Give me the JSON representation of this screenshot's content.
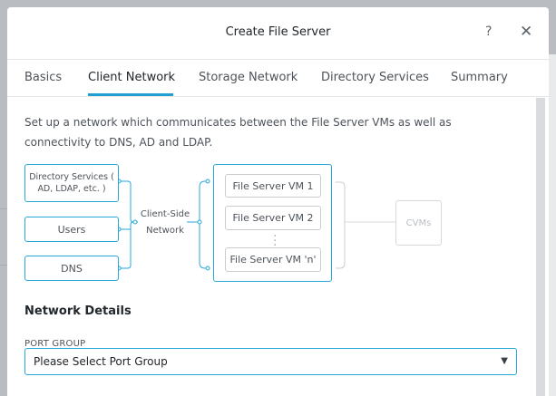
{
  "modal": {
    "title": "Create File Server",
    "help_glyph": "?",
    "close_glyph": "✕"
  },
  "tabs": [
    {
      "label": "Basics",
      "active": false
    },
    {
      "label": "Client Network",
      "active": true
    },
    {
      "label": "Storage Network",
      "active": false
    },
    {
      "label": "Directory Services",
      "active": false
    },
    {
      "label": "Summary",
      "active": false
    }
  ],
  "description": "Set up a network which communicates between the File Server VMs as well as connectivity to DNS, AD and LDAP.",
  "diagram": {
    "sources": [
      {
        "label": "Directory Services ( AD, LDAP, etc. )"
      },
      {
        "label": "Users"
      },
      {
        "label": "DNS"
      }
    ],
    "client_side_label": "Client-Side",
    "network_label": "Network",
    "vms": [
      "File Server VM 1",
      "File Server VM 2",
      "File Server VM 'n'"
    ],
    "cvms_label": "CVMs",
    "accent_color": "#26a9d9"
  },
  "network_details": {
    "heading": "Network Details",
    "port_group_label": "PORT GROUP",
    "port_group_value": "Please Select Port Group",
    "chevron_icon": "chevron-down-icon"
  }
}
